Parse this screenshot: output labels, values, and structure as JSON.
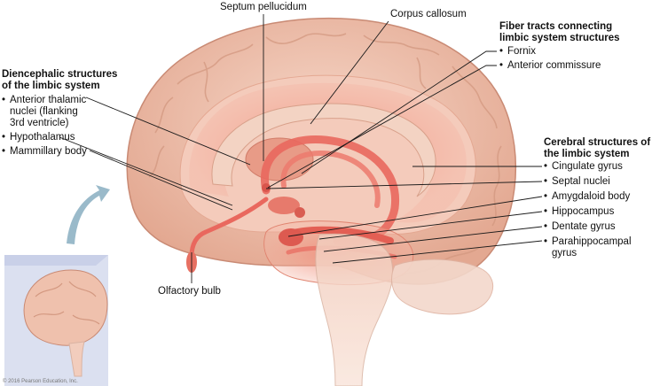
{
  "diagram": {
    "top_labels": {
      "septum_pellucidum": "Septum pellucidum",
      "corpus_callosum": "Corpus callosum"
    },
    "fiber_tracts": {
      "heading": [
        "Fiber tracts connecting",
        "limbic system structures"
      ],
      "items": [
        "Fornix",
        "Anterior commissure"
      ]
    },
    "diencephalic": {
      "heading": [
        "Diencephalic structures",
        "of the limbic system"
      ],
      "items": [
        "Anterior thalamic nuclei (flanking 3rd ventricle)",
        "Hypothalamus",
        "Mammillary body"
      ],
      "item0_lines": [
        "Anterior thalamic",
        "nuclei (flanking",
        "3rd ventricle)"
      ]
    },
    "cerebral": {
      "heading": [
        "Cerebral structures of",
        "the limbic system"
      ],
      "items": [
        "Cingulate gyrus",
        "Septal nuclei",
        "Amygdaloid body",
        "Hippocampus",
        "Dentate gyrus",
        "Parahippocampal gyrus"
      ],
      "last_lines": [
        "Parahippocampal",
        "gyrus"
      ]
    },
    "olfactory_bulb": "Olfactory bulb",
    "copyright": "© 2016 Pearson Education, Inc.",
    "colors": {
      "cortex": "#f2c6b4",
      "cortex_shade": "#d99b86",
      "limbic": "#e9685e",
      "limbic_glow": "#f3a08f",
      "brainstem": "#f4d2c2",
      "leader": "#1a1a1a",
      "inset_panel": "#c9d0e8",
      "arrow": "#8fb3c4"
    }
  }
}
